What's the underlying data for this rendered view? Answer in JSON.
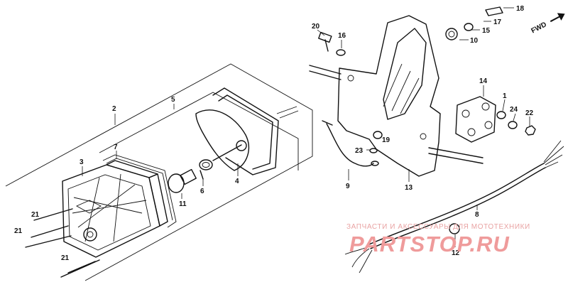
{
  "direction_label": "FWD",
  "watermark": {
    "caption": "ЗАПЧАСТИ И АКСЕССУАРЫ ДЛЯ МОТОТЕХНИКИ",
    "logo_text": "PARTSTOP.RU"
  },
  "callouts": [
    "2",
    "5",
    "3",
    "7",
    "21",
    "21",
    "21",
    "11",
    "6",
    "4",
    "20",
    "16",
    "18",
    "15",
    "17",
    "10",
    "14",
    "1",
    "24",
    "22",
    "19",
    "23",
    "9",
    "13",
    "8",
    "12"
  ]
}
